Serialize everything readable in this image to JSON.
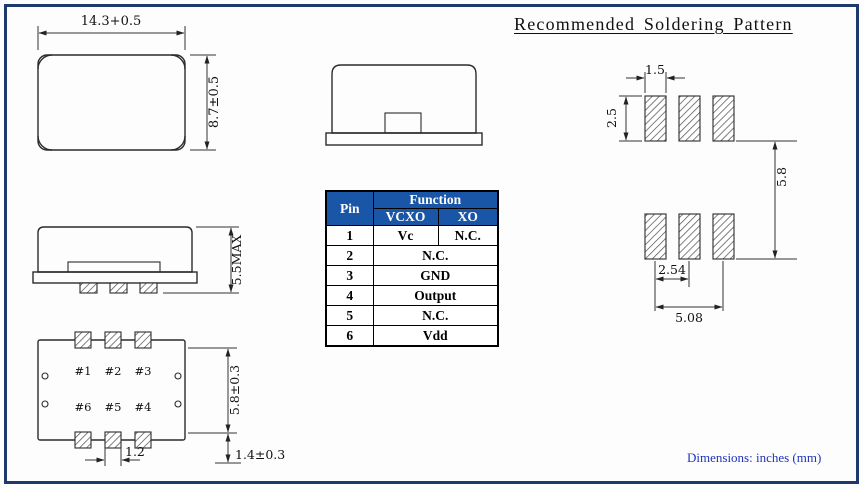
{
  "colors": {
    "frame": "#1e3a6d",
    "table_header_bg": "#1a56a8",
    "note_text": "#2233bb"
  },
  "top_view": {
    "width_dim": "14.3+0.5",
    "height_dim": "8.7±0.5"
  },
  "side_view": {
    "height_dim": "5.5MAX"
  },
  "bottom_view": {
    "pads_top": [
      "#1",
      "#2",
      "#3"
    ],
    "pads_bottom": [
      "#6",
      "#5",
      "#4"
    ],
    "row_pitch_dim": "5.8±0.3",
    "pad_width_dim": "1.2",
    "pad_length_dim": "1.4±0.3"
  },
  "pin_table": {
    "col_pin": "Pin",
    "col_function": "Function",
    "col_vcxo": "VCXO",
    "col_xo": "XO",
    "rows": [
      {
        "pin": "1",
        "vcxo": "Vc",
        "xo": "N.C."
      },
      {
        "pin": "2",
        "function": "N.C."
      },
      {
        "pin": "3",
        "function": "GND"
      },
      {
        "pin": "4",
        "function": "Output"
      },
      {
        "pin": "5",
        "function": "N.C."
      },
      {
        "pin": "6",
        "function": "Vdd"
      }
    ]
  },
  "soldering_pattern": {
    "title": "Recommended Soldering Pattern",
    "pad_width_dim": "1.5",
    "pad_height_dim": "2.5",
    "row_pitch_dim": "5.8",
    "pad_pitch_dim": "2.54",
    "pad_span_dim": "5.08"
  },
  "footer": {
    "note": "Dimensions: inches (mm)"
  }
}
